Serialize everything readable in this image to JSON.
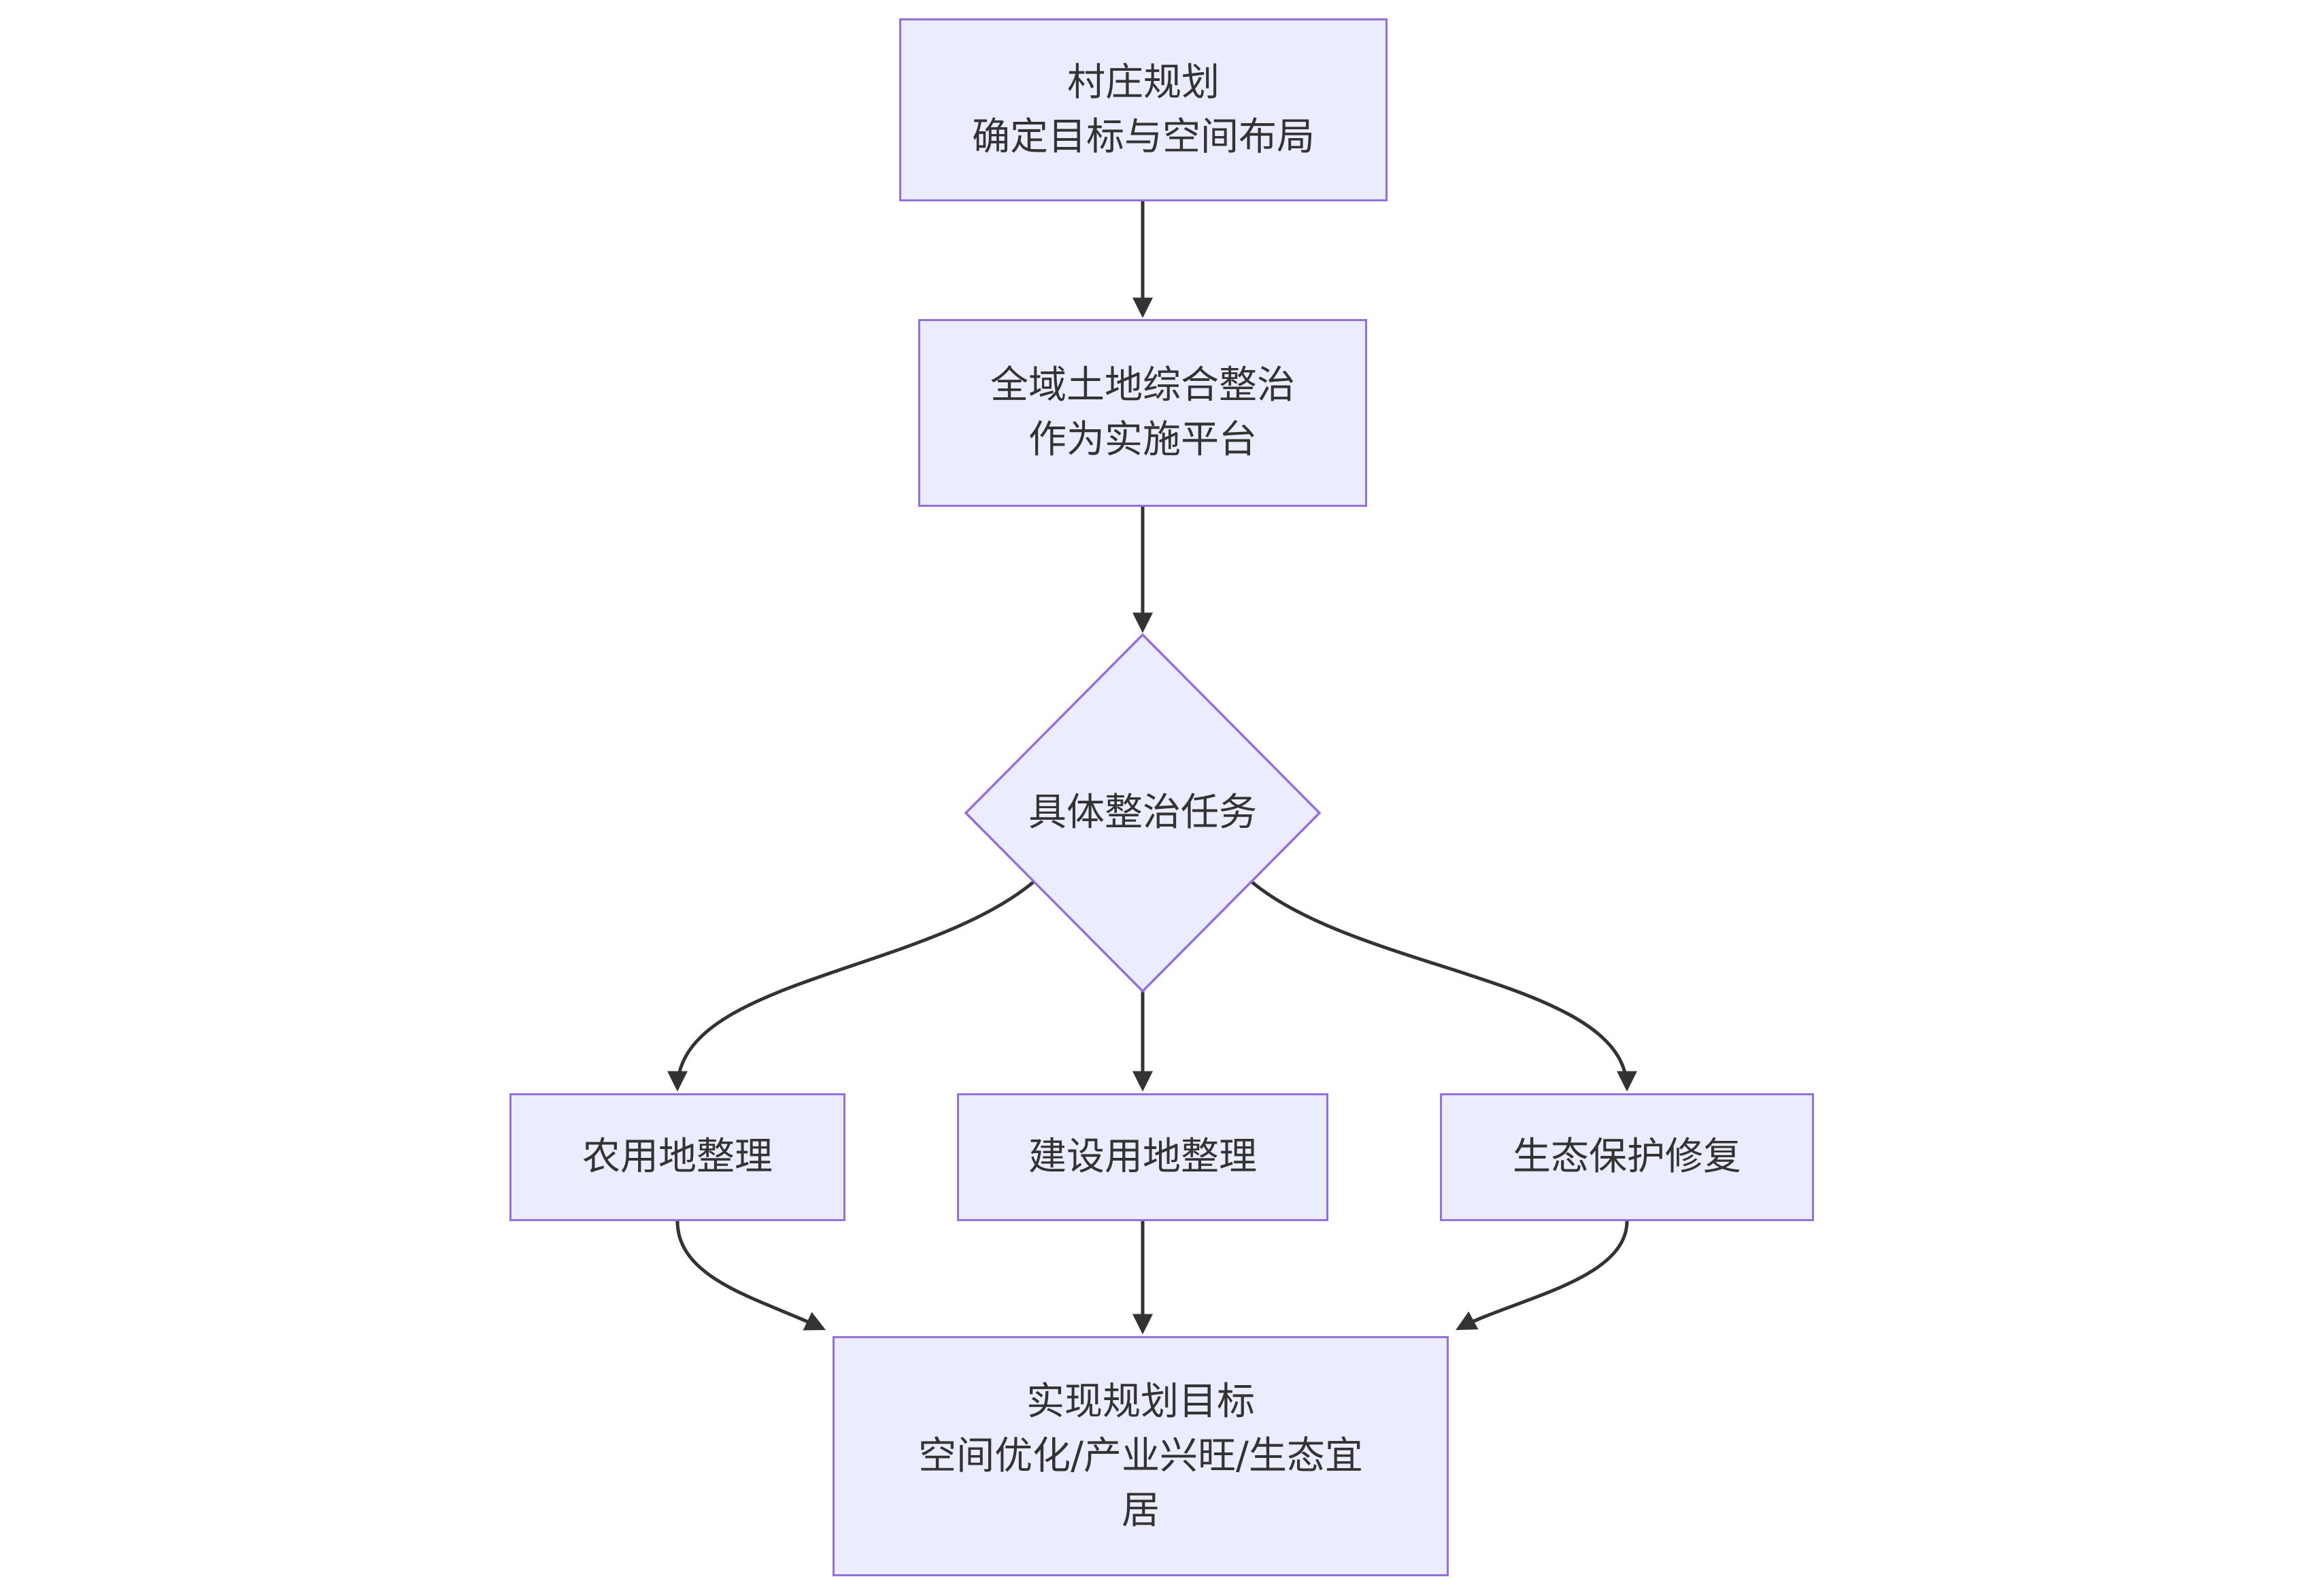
{
  "colors": {
    "node_fill": "#ECECFF",
    "node_border": "#9370DB",
    "edge": "#333333",
    "text": "#333333",
    "background": "#FFFFFF"
  },
  "nodes": {
    "village_planning": {
      "lines": [
        "村庄规划",
        "确定目标与空间布局"
      ]
    },
    "consolidation_platform": {
      "lines": [
        "全域土地综合整治",
        "作为实施平台"
      ]
    },
    "task_decision": {
      "label": "具体整治任务"
    },
    "farmland": {
      "label": "农用地整理"
    },
    "construction_land": {
      "label": "建设用地整理"
    },
    "ecology": {
      "label": "生态保护修复"
    },
    "goal": {
      "lines": [
        "实现规划目标",
        "空间优化/产业兴旺/生态宜居"
      ]
    }
  }
}
